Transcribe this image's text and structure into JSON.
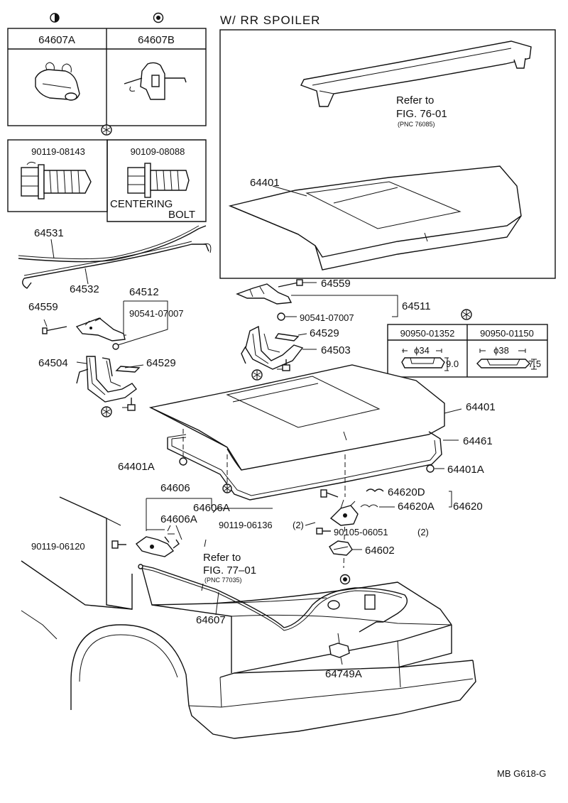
{
  "header": {
    "spoiler_title": "W/ RR SPOILER",
    "fig_code": "MB G618-G"
  },
  "symbols": {
    "half_circle": "half-circle-icon",
    "target": "target-icon",
    "asterisk": "asterisk-icon"
  },
  "clip_box": {
    "a_label": "64607A",
    "b_label": "64607B"
  },
  "bolt_box": {
    "a_label": "90119-08143",
    "b_label": "90109-08088",
    "centering_line1": "CENTERING",
    "centering_line2": "BOLT"
  },
  "stopper_box": {
    "a_label": "90950-01352",
    "b_label": "90950-01150",
    "a_dia": "ϕ34",
    "b_dia": "ϕ38",
    "a_height": "9.0",
    "b_height": "7.5"
  },
  "spoiler_ref": {
    "line1": "Refer to",
    "line2": "FIG. 76-01",
    "line3": "(PNC 76085)"
  },
  "cable_ref": {
    "line1": "Refer to",
    "line2": "FIG. 77–01",
    "line3": "(PNC 77035)"
  },
  "labels": {
    "lid_spoiler": "64401",
    "rod_upper": "64531",
    "rod_lower": "64532",
    "hinge_left_asm": "64512",
    "nut_left": "90541-07007",
    "bolt_left": "64559",
    "hinge_left": "64504",
    "bush_left": "64529",
    "bolt_right": "64559",
    "nut_right": "90541-07007",
    "hinge_right_asm": "64511",
    "bush_right": "64529",
    "hinge_right": "64503",
    "lid_main": "64401",
    "weatherstrip": "64461",
    "stopper_left": "64401A",
    "stopper_right": "64401A",
    "lever_asm": "64606",
    "lever_a": "64606A",
    "lever_a2": "64606A",
    "bolt_lever": "90119-06136",
    "bolt_lever_qty": "(2)",
    "bolt_side": "90119-06120",
    "lock_d": "64620D",
    "lock_a": "64620A",
    "lock_asm": "64620",
    "screw_lock": "90105-06051",
    "screw_lock_qty": "(2)",
    "striker": "64602",
    "cable": "64607",
    "cylinder": "64749A"
  }
}
